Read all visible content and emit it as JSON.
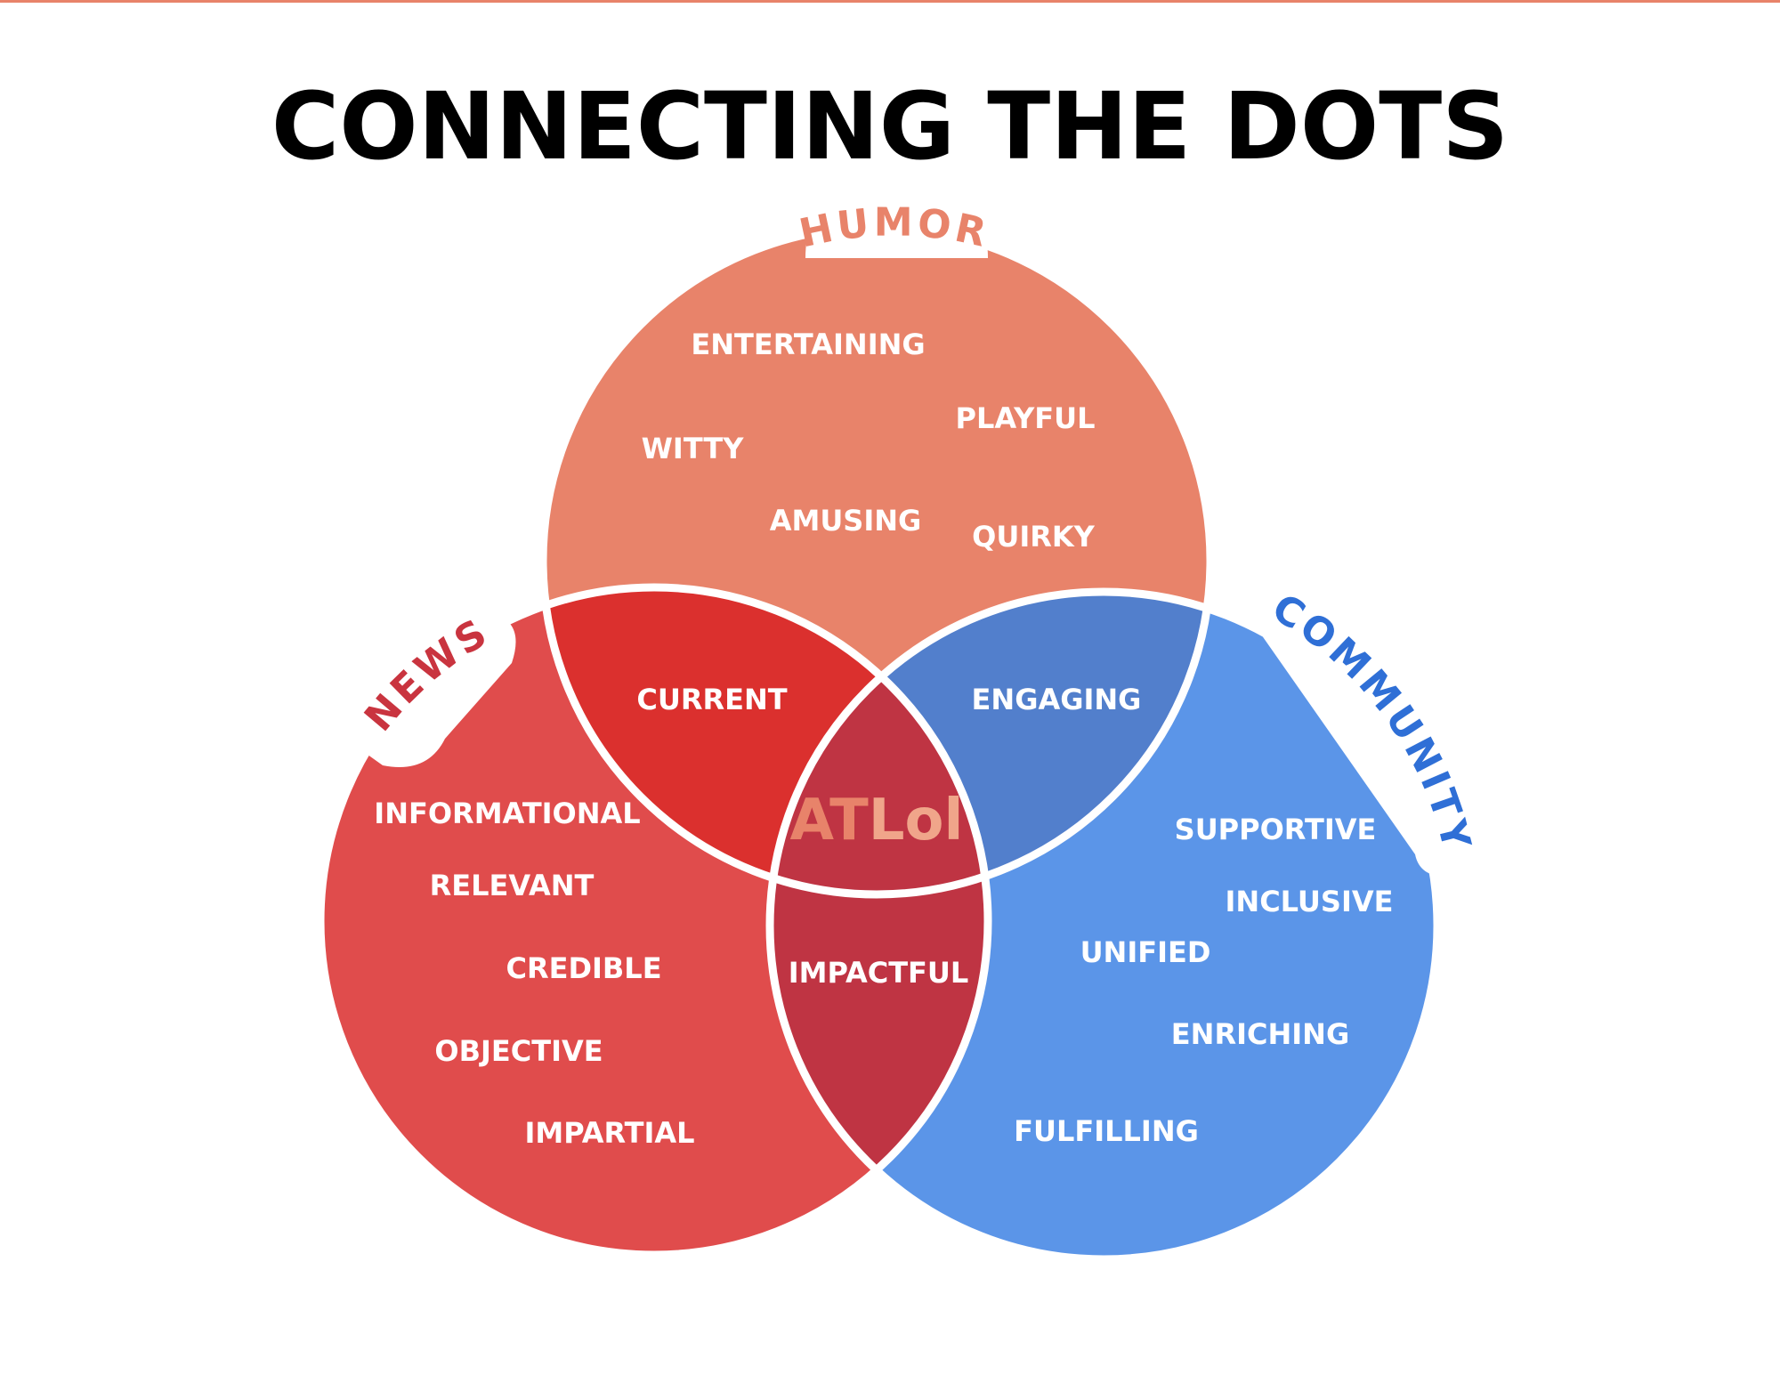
{
  "title": "CONNECTING THE DOTS",
  "colors": {
    "humor": "#e8836a",
    "news": "#e04c4c",
    "community": "#5b95e8",
    "humor_news": "#db302e",
    "humor_community": "#527fcc",
    "news_community": "#bf3443",
    "center": "#bf3443",
    "outline": "#ffffff",
    "humor_label": "#e8836a",
    "news_label": "#c9343f",
    "community_label": "#2f6fd6",
    "brand_at": "#e8836a",
    "brand_lol": "#f0a58a"
  },
  "circles": {
    "humor": {
      "label": "HUMOR",
      "words": [
        "ENTERTAINING",
        "PLAYFUL",
        "WITTY",
        "AMUSING",
        "QUIRKY"
      ]
    },
    "news": {
      "label": "NEWS",
      "words": [
        "INFORMATIONAL",
        "RELEVANT",
        "CREDIBLE",
        "OBJECTIVE",
        "IMPARTIAL"
      ]
    },
    "community": {
      "label": "COMMUNITY",
      "words": [
        "SUPPORTIVE",
        "INCLUSIVE",
        "UNIFIED",
        "ENRICHING",
        "FULFILLING"
      ]
    }
  },
  "overlaps": {
    "humor_news": "CURRENT",
    "humor_community": "ENGAGING",
    "news_community": "IMPACTFUL"
  },
  "center": {
    "brand_part1": "AT",
    "brand_part2": "Lol"
  }
}
